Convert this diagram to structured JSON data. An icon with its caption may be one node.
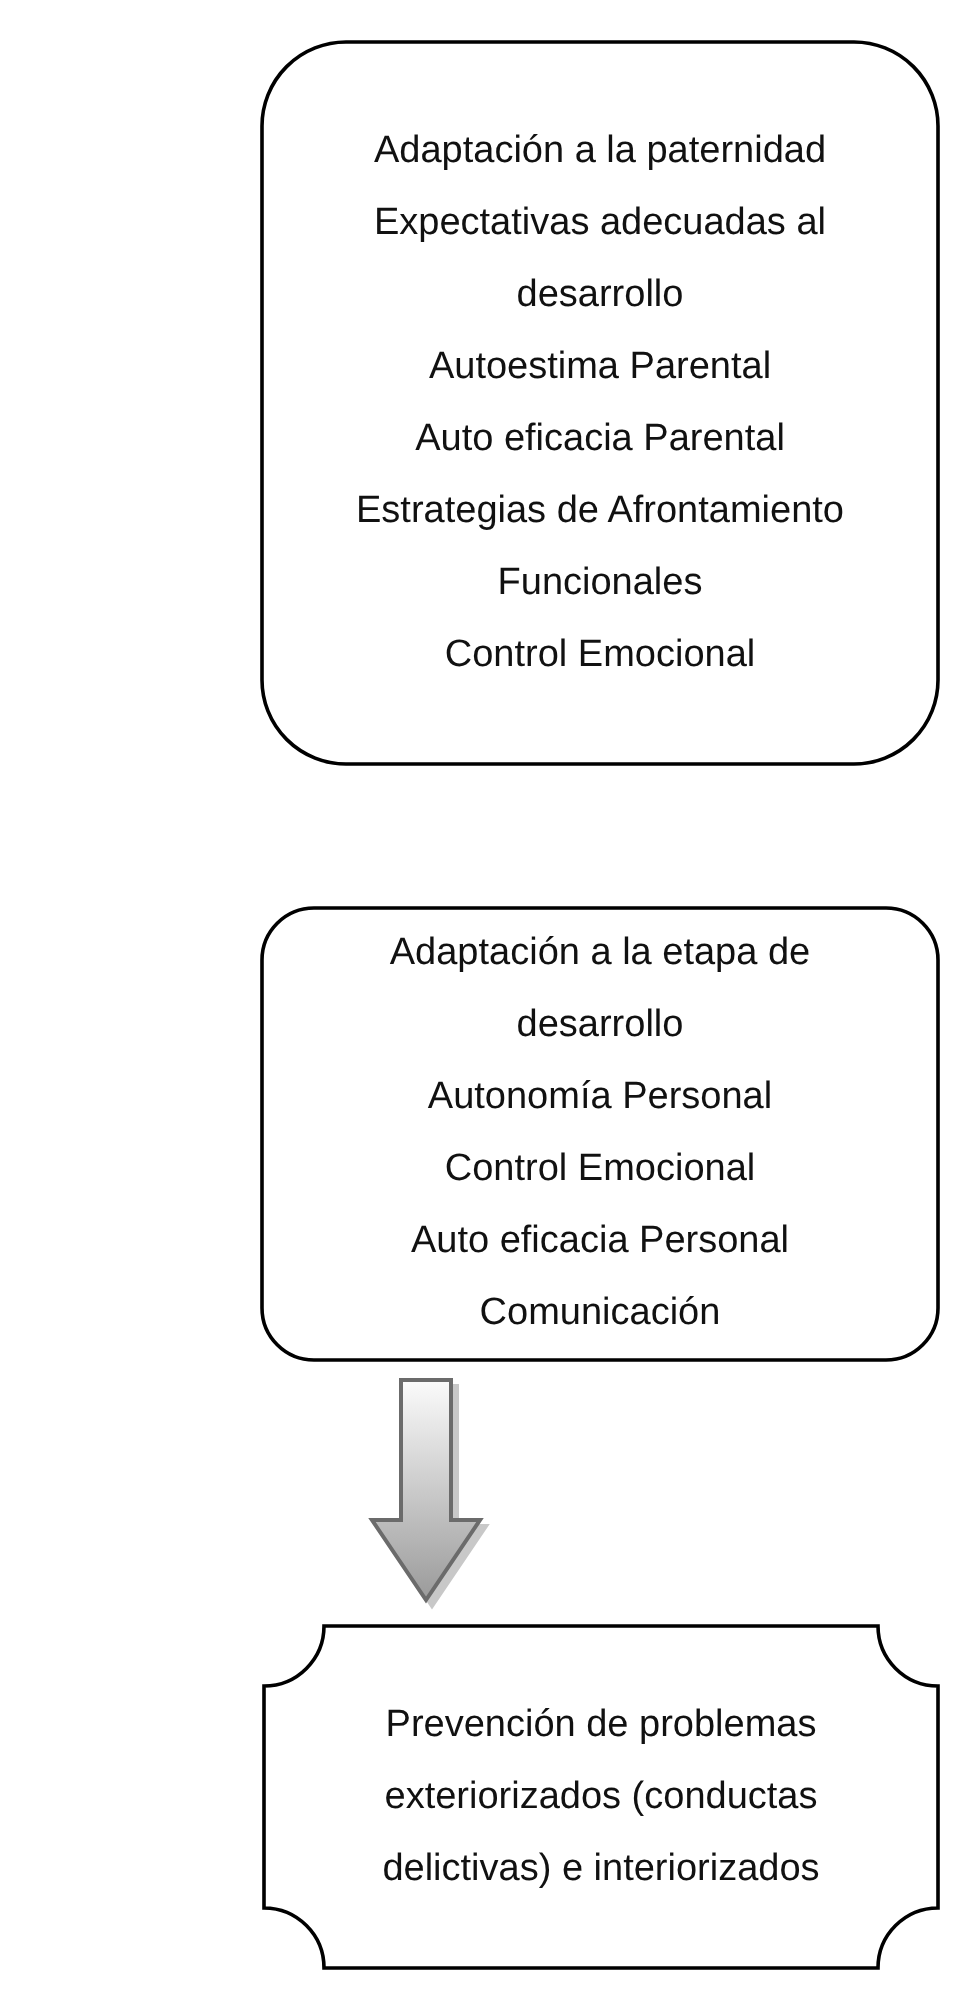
{
  "diagram": {
    "nodes": [
      {
        "text": [
          "Adaptación a la paternidad",
          "Expectativas adecuadas al desarrollo",
          "Autoestima Parental",
          "Auto eficacia Parental",
          "Estrategias de Afrontamiento Funcionales",
          "Control Emocional"
        ]
      },
      {
        "text": [
          "Adaptación a la etapa de desarrollo",
          "Autonomía Personal",
          "Control Emocional",
          "Auto eficacia Personal",
          "Comunicación"
        ]
      },
      {
        "text": [
          "Prevención de problemas exteriorizados (conductas delictivas) e interiorizados"
        ]
      }
    ],
    "edges": [
      {
        "from": 1,
        "to": 2,
        "arrow": "to"
      }
    ]
  }
}
